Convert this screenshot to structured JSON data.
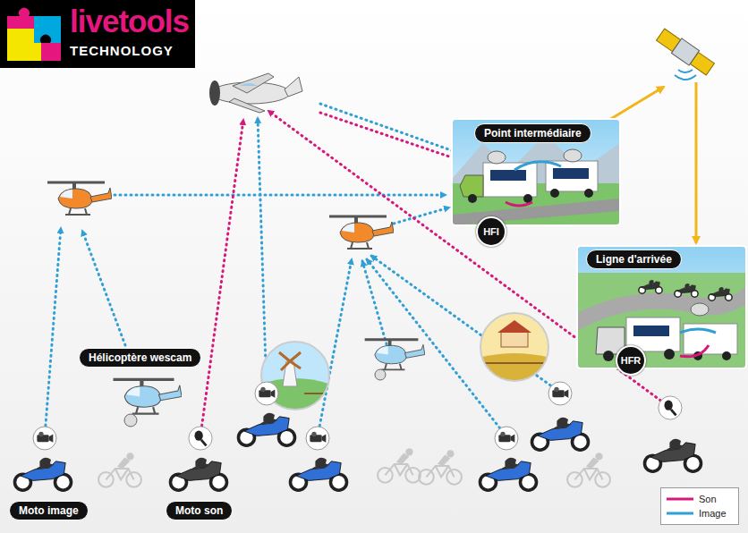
{
  "diagram": {
    "nodes": [
      {
        "text": [
          "livetools",
          "TECHNOLOGY"
        ]
      },
      {
        "text": [
          "Point intermédiaire"
        ]
      },
      {
        "text": [
          "HFI"
        ],
        "in": 1
      },
      {
        "text": [
          "Ligne d'arrivée"
        ]
      },
      {
        "text": [
          "HFR"
        ],
        "in": 3
      },
      {
        "text": [
          "Hélicoptère wescam"
        ]
      },
      {
        "text": [
          "Moto image"
        ]
      },
      {
        "text": [
          "Moto son"
        ]
      }
    ],
    "legend": [
      {
        "text": "Son"
      },
      {
        "text": "Image"
      }
    ]
  }
}
